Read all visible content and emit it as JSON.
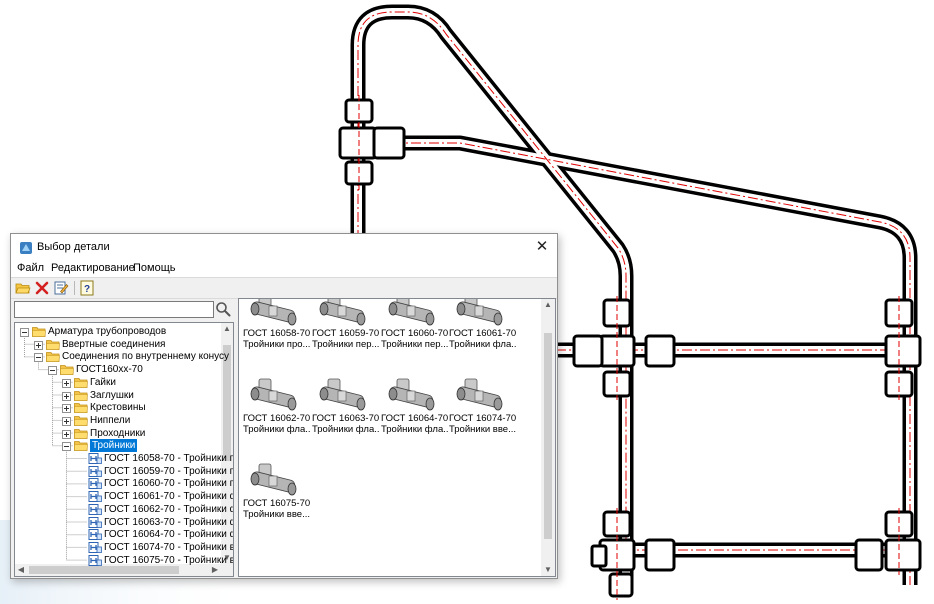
{
  "window": {
    "title": "Выбор детали",
    "close_glyph": "✕",
    "icon": "app-icon"
  },
  "menu": [
    "Файл",
    "Редактирование",
    "Помощь"
  ],
  "toolbar": {
    "buttons": [
      "open-folder-icon",
      "delete-icon",
      "edit-icon",
      "help-icon"
    ]
  },
  "search": {
    "value": "",
    "placeholder": "",
    "icon": "search-icon"
  },
  "tree": {
    "items": [
      {
        "label": "Арматура трубопроводов",
        "level": 0,
        "expander": "minus",
        "icon": "folder"
      },
      {
        "label": "Ввертные соединения",
        "level": 1,
        "expander": "plus",
        "icon": "folder"
      },
      {
        "label": "Соединения по внутреннему конусу",
        "level": 1,
        "expander": "minus",
        "icon": "folder"
      },
      {
        "label": "ГОСТ160xx-70",
        "level": 2,
        "expander": "minus",
        "icon": "folder"
      },
      {
        "label": "Гайки",
        "level": 3,
        "expander": "plus",
        "icon": "folder"
      },
      {
        "label": "Заглушки",
        "level": 3,
        "expander": "plus",
        "icon": "folder"
      },
      {
        "label": "Крестовины",
        "level": 3,
        "expander": "plus",
        "icon": "folder"
      },
      {
        "label": "Ниппели",
        "level": 3,
        "expander": "plus",
        "icon": "folder"
      },
      {
        "label": "Проходники",
        "level": 3,
        "expander": "plus",
        "icon": "folder"
      },
      {
        "label": "Тройники",
        "level": 3,
        "expander": "minus",
        "icon": "folder",
        "selected": true
      },
      {
        "label": "ГОСТ 16058-70 - Тройники п",
        "level": 4,
        "expander": "",
        "icon": "part"
      },
      {
        "label": "ГОСТ 16059-70 - Тройники п",
        "level": 4,
        "expander": "",
        "icon": "part"
      },
      {
        "label": "ГОСТ 16060-70 - Тройники п",
        "level": 4,
        "expander": "",
        "icon": "part"
      },
      {
        "label": "ГОСТ 16061-70 - Тройники ф",
        "level": 4,
        "expander": "",
        "icon": "part"
      },
      {
        "label": "ГОСТ 16062-70 - Тройники ф",
        "level": 4,
        "expander": "",
        "icon": "part"
      },
      {
        "label": "ГОСТ 16063-70 - Тройники ф",
        "level": 4,
        "expander": "",
        "icon": "part"
      },
      {
        "label": "ГОСТ 16064-70 - Тройники ф",
        "level": 4,
        "expander": "",
        "icon": "part"
      },
      {
        "label": "ГОСТ 16074-70 - Тройники в",
        "level": 4,
        "expander": "",
        "icon": "part"
      },
      {
        "label": "ГОСТ 16075-70 - Тройники в",
        "level": 4,
        "expander": "",
        "icon": "part"
      }
    ]
  },
  "gallery": {
    "items": [
      {
        "line1": "ГОСТ 16058-70 -",
        "line2": "Тройники про..."
      },
      {
        "line1": "ГОСТ 16059-70 -",
        "line2": "Тройники пер..."
      },
      {
        "line1": "ГОСТ 16060-70 -",
        "line2": "Тройники пер..."
      },
      {
        "line1": "ГОСТ 16061-70 -",
        "line2": "Тройники фла..."
      },
      {
        "line1": "ГОСТ 16062-70 -",
        "line2": "Тройники фла..."
      },
      {
        "line1": "ГОСТ 16063-70 -",
        "line2": "Тройники фла..."
      },
      {
        "line1": "ГОСТ 16064-70 -",
        "line2": "Тройники фла..."
      },
      {
        "line1": "ГОСТ 16074-70 -",
        "line2": "Тройники вве..."
      },
      {
        "line1": "ГОСТ 16075-70 -",
        "line2": "Тройники вве..."
      }
    ]
  },
  "colors": {
    "selection": "#0078d7",
    "pipe": "#000000",
    "centerline": "#e00000"
  }
}
